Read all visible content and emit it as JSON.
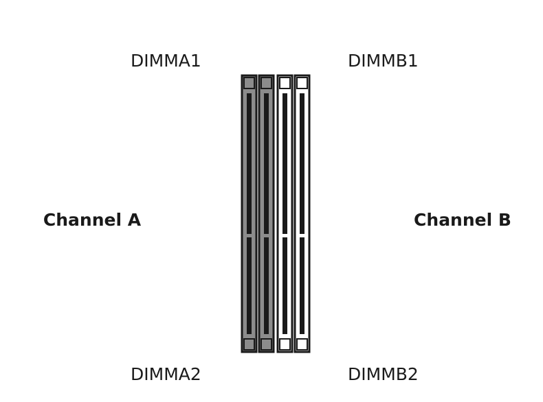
{
  "colors": {
    "wire": "#e0202c",
    "populated_slot": "#8c8c8c",
    "empty_slot": "#ffffff",
    "outline": "#1a1a1a"
  },
  "channels": {
    "a": {
      "label": "Channel A"
    },
    "b": {
      "label": "Channel B"
    }
  },
  "slots": [
    {
      "label": "DIMMA1",
      "channel": "A",
      "populated": true
    },
    {
      "label": "DIMMA2",
      "channel": "A",
      "populated": true
    },
    {
      "label": "DIMMB1",
      "channel": "B",
      "populated": false
    },
    {
      "label": "DIMMB2",
      "channel": "B",
      "populated": false
    }
  ]
}
